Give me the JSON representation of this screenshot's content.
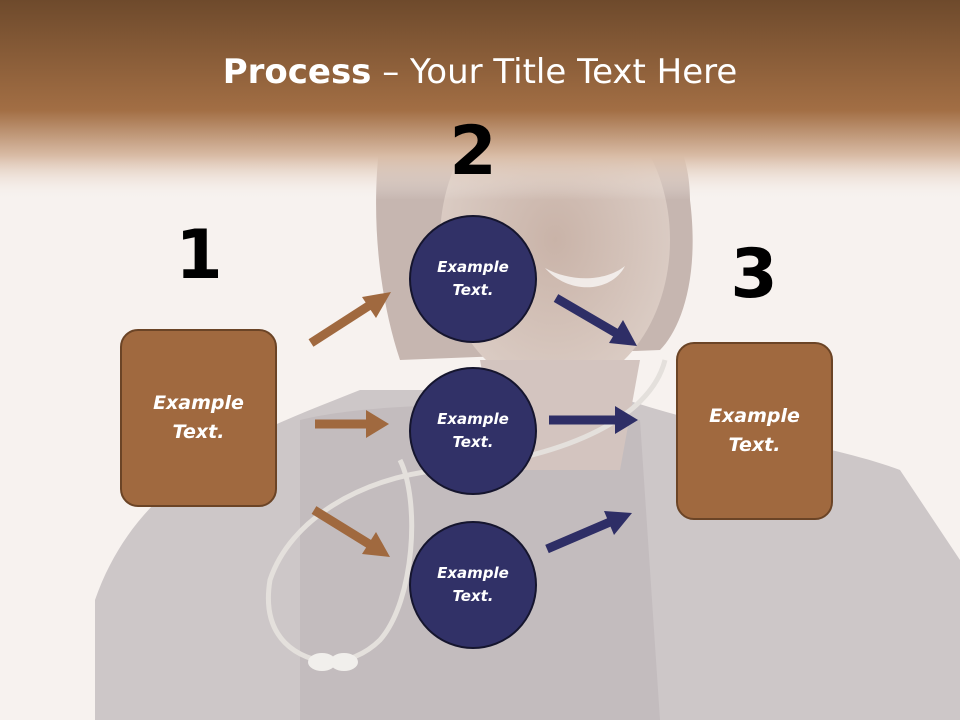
{
  "title": {
    "bold": "Process",
    "rest": " – Your Title Text Here"
  },
  "steps": [
    {
      "number": "1",
      "text_line1": "Example",
      "text_line2": "Text."
    },
    {
      "number": "2"
    },
    {
      "number": "3",
      "text_line1": "Example",
      "text_line2": "Text."
    }
  ],
  "circles": [
    {
      "text_line1": "Example",
      "text_line2": "Text."
    },
    {
      "text_line1": "Example",
      "text_line2": "Text."
    },
    {
      "text_line1": "Example",
      "text_line2": "Text."
    }
  ],
  "colors": {
    "header_brown": "#8a5a32",
    "box_brown": "#a0693f",
    "circle_navy": "#313167",
    "arrow_brown": "#a0693f",
    "arrow_navy": "#2e2e66"
  }
}
